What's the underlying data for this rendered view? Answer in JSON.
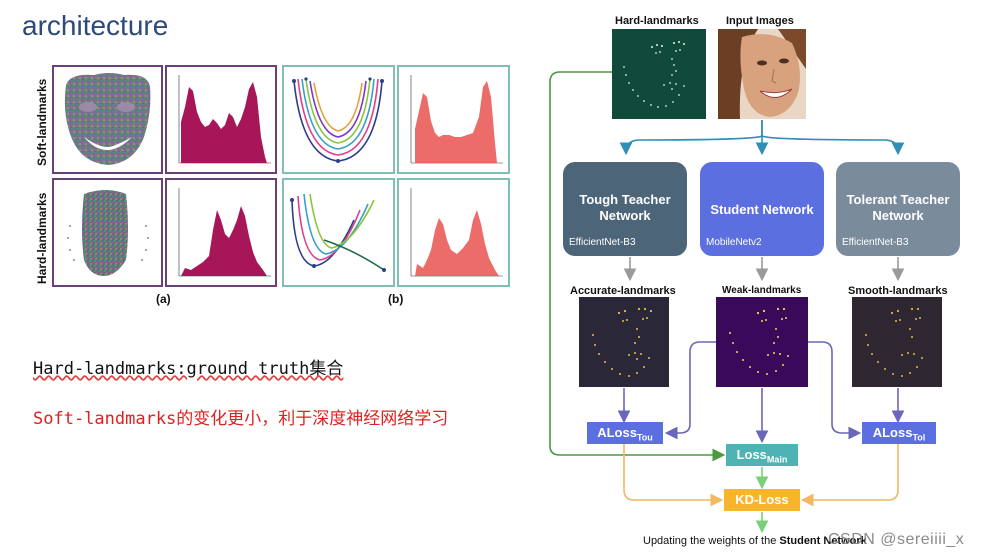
{
  "slide": {
    "title": "architecture",
    "note_hard": "Hard-landmarks:ground truth集合",
    "note_soft": "Soft-landmarks的变化更小，利于深度神经网络学习"
  },
  "figure_left": {
    "row_labels": [
      "Soft-landmarks",
      "Hard-landmarks"
    ],
    "sub_labels": [
      "(a)",
      "(b)"
    ],
    "colors": {
      "purple_frame": "#6b3f7a",
      "teal_frame": "#7fbfb4",
      "bar_purple": "#a8165a",
      "bar_red": "#e8524f"
    }
  },
  "diagram": {
    "top_labels": {
      "hard": "Hard-landmarks",
      "input": "Input Images"
    },
    "boxes": [
      {
        "title": "Tough Teacher Network",
        "sub": "EfficientNet-B3",
        "color": "#4d6579"
      },
      {
        "title": "Student Network",
        "sub": "MobileNetv2",
        "color": "#5b6fe0"
      },
      {
        "title": "Tolerant Teacher Network",
        "sub": "EfficientNet-B3",
        "color": "#7a8c9c"
      }
    ],
    "landmark_labels": [
      "Accurate-landmarks",
      "Weak-landmarks",
      "Smooth-landmarks"
    ],
    "losses": {
      "tou_main": "ALoss",
      "tou_sub": "Tou",
      "main_main": "Loss",
      "main_sub": "Main",
      "tol_main": "ALoss",
      "tol_sub": "Tol",
      "kd": "KD-Loss"
    },
    "footer_pre": "Updating the weights of the ",
    "footer_bold": "Student Network",
    "colors": {
      "green": "#4a9a3e",
      "teal_arrow": "#2f8fb5",
      "purple_arrow": "#6a66b8",
      "orange": "#f2b862",
      "light_green": "#7ccf7a",
      "loss_blue": "#5b6fe0",
      "loss_teal": "#4fb3b3",
      "kd_orange": "#f7b52b"
    }
  },
  "watermark": "CSDN @sereiiii_x"
}
